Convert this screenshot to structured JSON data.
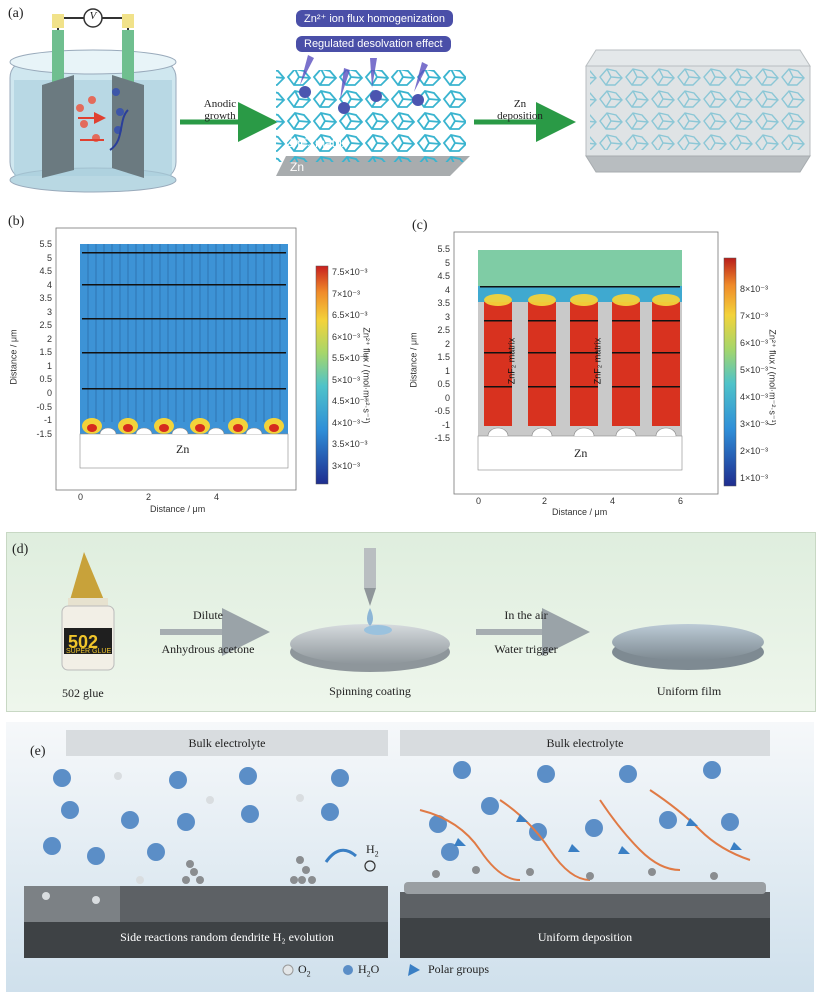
{
  "panel_a": {
    "label": "(a)",
    "voltmeter": "V",
    "pill_1": "Zn²⁺ ion flux homogenization",
    "pill_2": "Regulated desolvation effect",
    "arrow1_line1": "Anodic",
    "arrow1_line2": "growth",
    "matrix_label": "ZnF",
    "matrix_sub": "2",
    "matrix_label2": " matrix",
    "substrate_label": "Zn",
    "arrow2_line1": "Zn",
    "arrow2_line2": "deposition"
  },
  "panel_b": {
    "label": "(b)",
    "xlabel": "Distance / μm",
    "ylabel": "Distance / μm",
    "zn_label": "Zn",
    "cbar_label": "Zn²⁺ flux / (mol·m⁻²·s⁻¹)",
    "yticks": [
      "5.5",
      "5",
      "4.5",
      "4",
      "3.5",
      "3",
      "2.5",
      "2",
      "1.5",
      "1",
      "0.5",
      "0",
      "-0.5",
      "-1",
      "-1.5"
    ],
    "xticks": [
      "0",
      "2",
      "4"
    ],
    "cbar_ticks": [
      "7.5×10⁻³",
      "7×10⁻³",
      "6.5×10⁻³",
      "6×10⁻³",
      "5.5×10⁻³",
      "5×10⁻³",
      "4.5×10⁻³",
      "4×10⁻³",
      "3.5×10⁻³",
      "3×10⁻³"
    ]
  },
  "panel_c": {
    "label": "(c)",
    "xlabel": "Distance / μm",
    "ylabel": "Distance / μm",
    "zn_label": "Zn",
    "matrix_label_1": "ZnF₂ matrix",
    "matrix_label_2": "ZnF₂ matrix",
    "cbar_label": "Zn²⁺ flux / (mol·m⁻²·s⁻¹)",
    "yticks": [
      "5.5",
      "5",
      "4.5",
      "4",
      "3.5",
      "3",
      "2.5",
      "2",
      "1.5",
      "1",
      "0.5",
      "0",
      "-0.5",
      "-1",
      "-1.5"
    ],
    "xticks": [
      "0",
      "2",
      "4",
      "6"
    ],
    "cbar_ticks": [
      "8×10⁻³",
      "7×10⁻³",
      "6×10⁻³",
      "5×10⁻³",
      "4×10⁻³",
      "3×10⁻³",
      "2×10⁻³",
      "1×10⁻³"
    ]
  },
  "panel_d": {
    "label": "(d)",
    "glue_caption": "502 glue",
    "bottle_text": "502",
    "bottle_sub": "SUPER GLUE",
    "arrow1_line1": "Dilute",
    "arrow1_line2": "Anhydrous acetone",
    "spin_caption": "Spinning coating",
    "arrow2_line1": "In the air",
    "arrow2_line2": "Water trigger",
    "film_caption": "Uniform film"
  },
  "panel_e": {
    "label": "(e)",
    "left_header": "Bulk electrolyte",
    "right_header": "Bulk electrolyte",
    "h2_label": "H",
    "h2_sub": "2",
    "left_footer": "Side reactions random dendrite H₂ evolution",
    "right_footer": "Uniform deposition",
    "legend_o2": "O",
    "legend_o2_sub": "2",
    "legend_h2o": "H",
    "legend_h2o_sub": "2",
    "legend_h2o_tail": "O",
    "legend_polar": "Polar groups"
  }
}
